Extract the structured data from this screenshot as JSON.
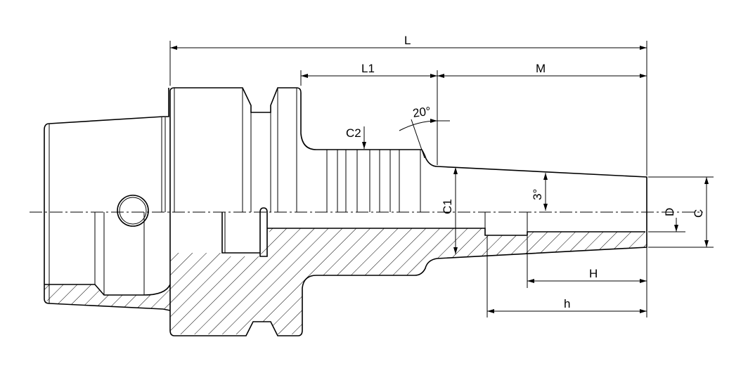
{
  "drawing": {
    "title": "Hydraulic chuck shank cross-section",
    "dimensions": {
      "L": "L",
      "L1": "L1",
      "M": "M",
      "C2": "C2",
      "angle_20": "20°",
      "angle_3": "3°",
      "C1": "C1",
      "D": "D",
      "C": "C",
      "H": "H",
      "h": "h"
    }
  }
}
